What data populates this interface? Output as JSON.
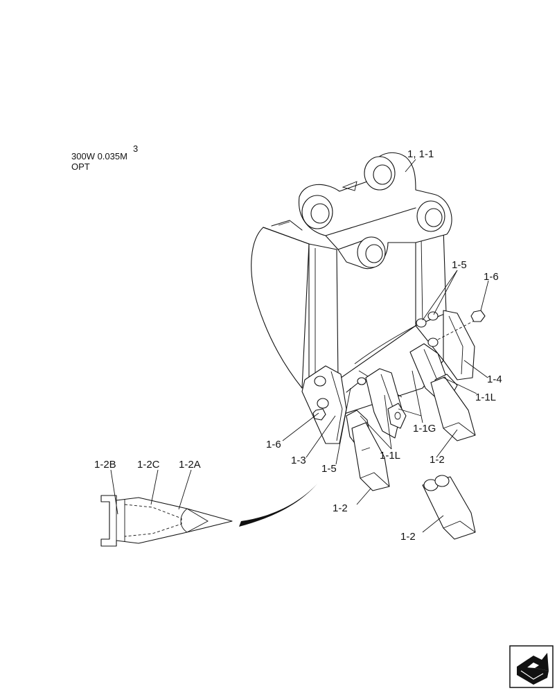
{
  "header": {
    "model": "300W  0.035M",
    "superscript": "3",
    "option": "OPT"
  },
  "callouts": {
    "bucket": "1, 1-1",
    "pin_top": "1-5",
    "nut_top": "1-6",
    "side_cutter_right": "1-4",
    "adapter_right": "1-1L",
    "adapter_guard": "1-1G",
    "adapter_center": "1-1L",
    "tooth_right": "1-2",
    "tooth_center": "1-2",
    "tooth_detached": "1-2",
    "nut_left": "1-6",
    "side_cutter_left": "1-3",
    "pin_left": "1-5",
    "tooth_detail_b": "1-2B",
    "tooth_detail_c": "1-2C",
    "tooth_detail_a": "1-2A"
  },
  "nav_icon": "next-page-arrow-icon"
}
